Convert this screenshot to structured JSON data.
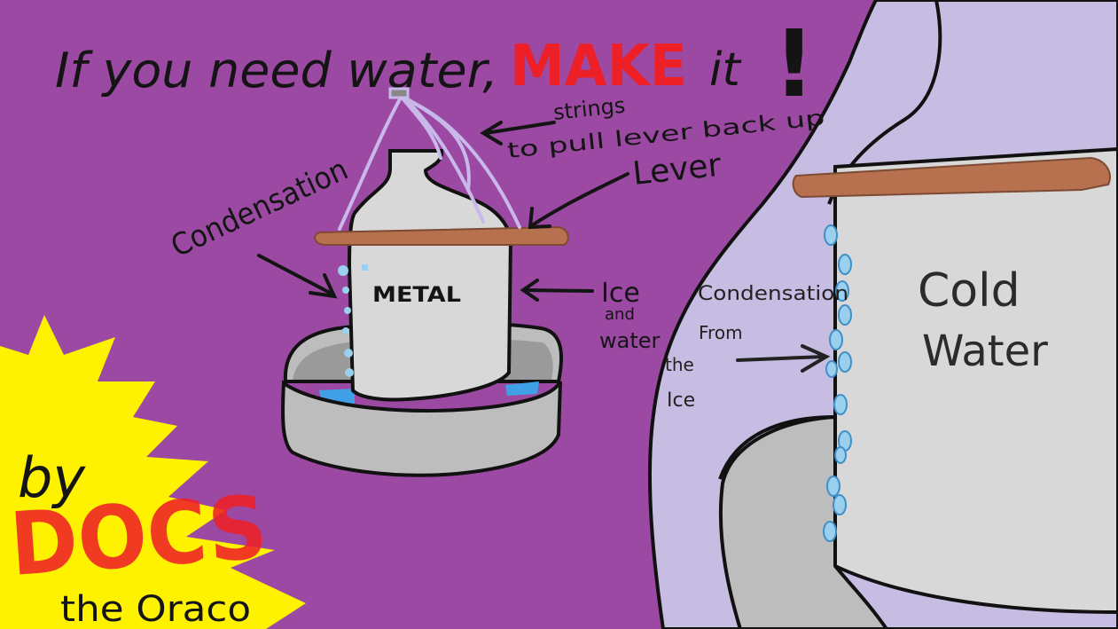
{
  "colors": {
    "background": "#9b49a3",
    "lavender": "#c7bde3",
    "metal": "#d8d8d8",
    "basin": "#bdbdbd",
    "lever": "#b8714f",
    "water": "#3fa0e6",
    "droplet": "#9ad0ee",
    "string": "#c9b8ea",
    "accent_red": "#ee2027",
    "burst_yellow": "#fff200",
    "outline": "#111111"
  },
  "title": {
    "prefix": "If you need water,",
    "emphasis": "MAKE",
    "suffix": "it",
    "bang": "!"
  },
  "labels": {
    "strings": "strings",
    "strings_detail": "to pull lever back up",
    "lever": "Lever",
    "condensation": "Condensation",
    "metal": "METAL",
    "ice_line1": "Ice",
    "ice_line2": "and",
    "ice_line3": "water",
    "cold_water_line1": "Cold",
    "cold_water_line2": "Water",
    "closeup_line1": "Condensation",
    "closeup_line2": "From",
    "closeup_line3": "the",
    "closeup_line4": "Ice"
  },
  "credit": {
    "by": "by",
    "name": "DOCS",
    "subtitle": "the Oraco"
  }
}
